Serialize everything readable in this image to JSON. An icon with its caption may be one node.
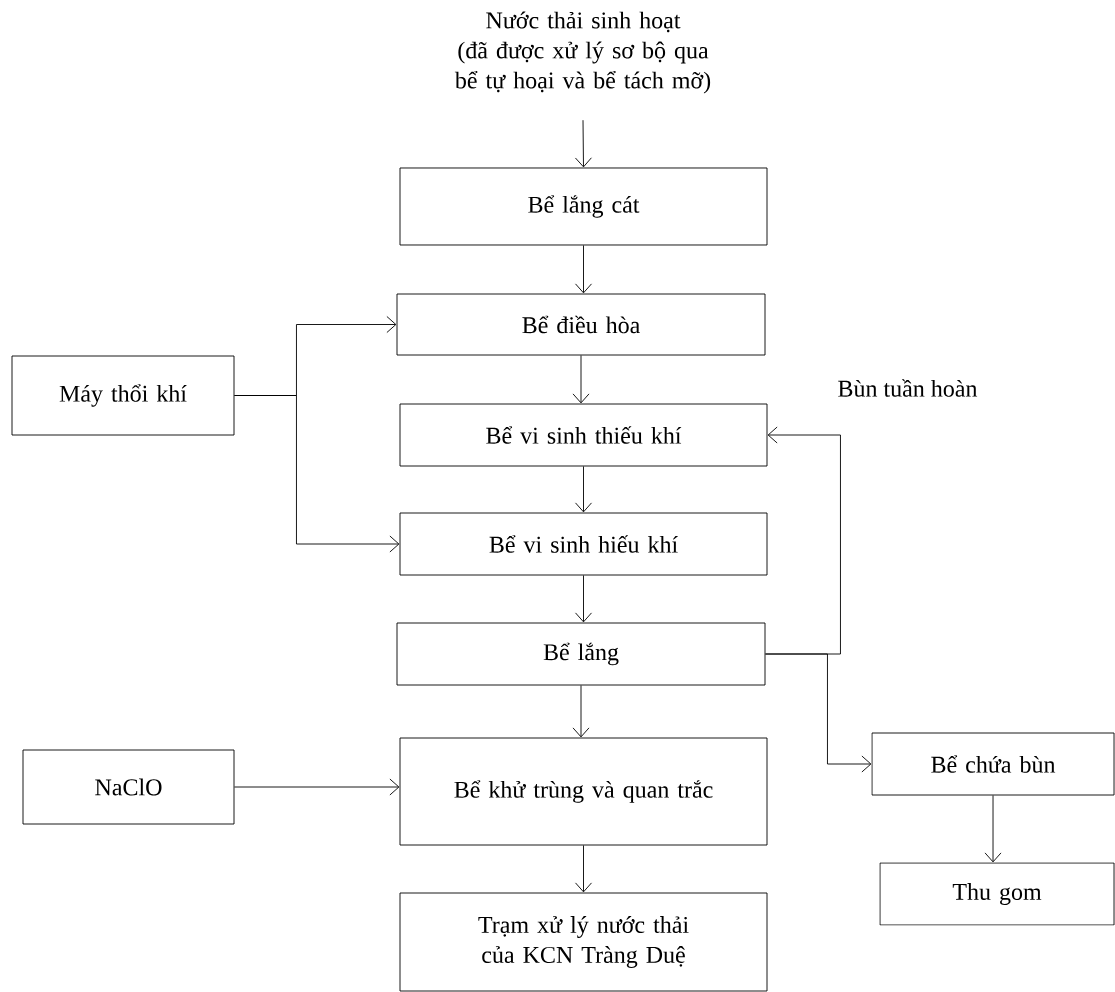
{
  "diagram": {
    "nodes": [
      {
        "text": [
          "Nước thải sinh hoạt",
          "(đã được xử lý sơ bộ qua bể tự hoại và bể tách mỡ)"
        ]
      },
      {
        "text": [
          "Bể lắng cát"
        ]
      },
      {
        "text": [
          "Bể điều hòa"
        ]
      },
      {
        "text": [
          "Máy thổi khí"
        ]
      },
      {
        "text": [
          "Bể vi sinh thiếu khí"
        ]
      },
      {
        "text": [
          "Bể vi sinh hiếu khí"
        ]
      },
      {
        "text": [
          "Bể lắng"
        ]
      },
      {
        "text": [
          "NaClO"
        ]
      },
      {
        "text": [
          "Bể khử trùng và quan trắc"
        ]
      },
      {
        "text": [
          "Bể chứa bùn"
        ]
      },
      {
        "text": [
          "Trạm xử lý nước thải của KCN Tràng Duệ"
        ]
      },
      {
        "text": [
          "Thu gom"
        ]
      }
    ],
    "edges": [
      {
        "from": 0,
        "to": 1,
        "arrow": "to"
      },
      {
        "from": 1,
        "to": 2,
        "arrow": "to"
      },
      {
        "from": 3,
        "to": 2,
        "arrow": "to"
      },
      {
        "from": 2,
        "to": 4,
        "arrow": "to"
      },
      {
        "from": 3,
        "to": 5,
        "arrow": "to"
      },
      {
        "from": 4,
        "to": 5,
        "arrow": "to"
      },
      {
        "from": 5,
        "to": 6,
        "arrow": "to"
      },
      {
        "from": 6,
        "to": 4,
        "arrow": "to",
        "label": "Bùn tuần hoàn"
      },
      {
        "from": 6,
        "to": 9,
        "arrow": "to"
      },
      {
        "from": 6,
        "to": 8,
        "arrow": "to"
      },
      {
        "from": 7,
        "to": 8,
        "arrow": "to"
      },
      {
        "from": 8,
        "to": 10,
        "arrow": "to"
      },
      {
        "from": 9,
        "to": 11,
        "arrow": "to"
      }
    ]
  }
}
